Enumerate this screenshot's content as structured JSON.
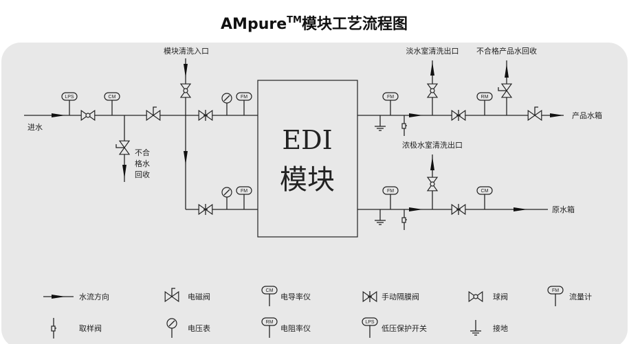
{
  "title": {
    "main": "AMpure",
    "tm": "TM",
    "rest": "模块工艺流程图"
  },
  "edi": {
    "line1": "EDI",
    "line2": "模块"
  },
  "labels": {
    "inlet": "进水",
    "reject_recovery": [
      "不合",
      "格水",
      "回收"
    ],
    "module_clean_inlet": "模块清洗入口",
    "dilute_clean_outlet": "淡水室清洗出口",
    "offspec_product_recovery": "不合格产品水回收",
    "product_tank": "产品水箱",
    "conc_clean_outlet": "浓极水室清洗出口",
    "raw_tank": "原水箱"
  },
  "tags": {
    "lps": "LPS",
    "cm": "CM",
    "fm": "FM",
    "rm": "RM"
  },
  "legend": [
    {
      "symbol": "arrow",
      "label": "水流方向"
    },
    {
      "symbol": "solenoid-valve",
      "label": "电磁阀"
    },
    {
      "symbol": "cm",
      "label": "电导率仪"
    },
    {
      "symbol": "diaphragm-valve",
      "label": "手动隔膜阀"
    },
    {
      "symbol": "ball-valve",
      "label": "球阀"
    },
    {
      "symbol": "fm",
      "label": "流量计"
    },
    {
      "symbol": "sample-valve",
      "label": "取样阀"
    },
    {
      "symbol": "voltmeter",
      "label": "电压表"
    },
    {
      "symbol": "rm",
      "label": "电阻率仪"
    },
    {
      "symbol": "lps",
      "label": "低压保护开关"
    },
    {
      "symbol": "ground",
      "label": "接地"
    }
  ],
  "colors": {
    "panel": "#e8e8e8",
    "line": "#222222"
  }
}
